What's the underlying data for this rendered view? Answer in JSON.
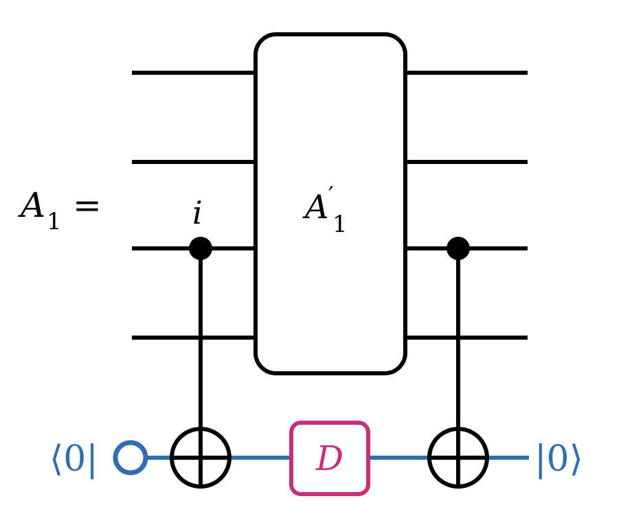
{
  "equation": {
    "lhs_symbol": "A",
    "lhs_subscript": "1",
    "equals": "="
  },
  "gate": {
    "symbol": "A",
    "prime": "′",
    "subscript": "1"
  },
  "control_label": "i",
  "ancilla": {
    "input_label": "⟨0|",
    "output_label": "|0⟩",
    "d_gate_label": "D"
  },
  "colors": {
    "wire": "#000000",
    "ancilla": "#2f6fb0",
    "d_gate": "#c4317a"
  }
}
